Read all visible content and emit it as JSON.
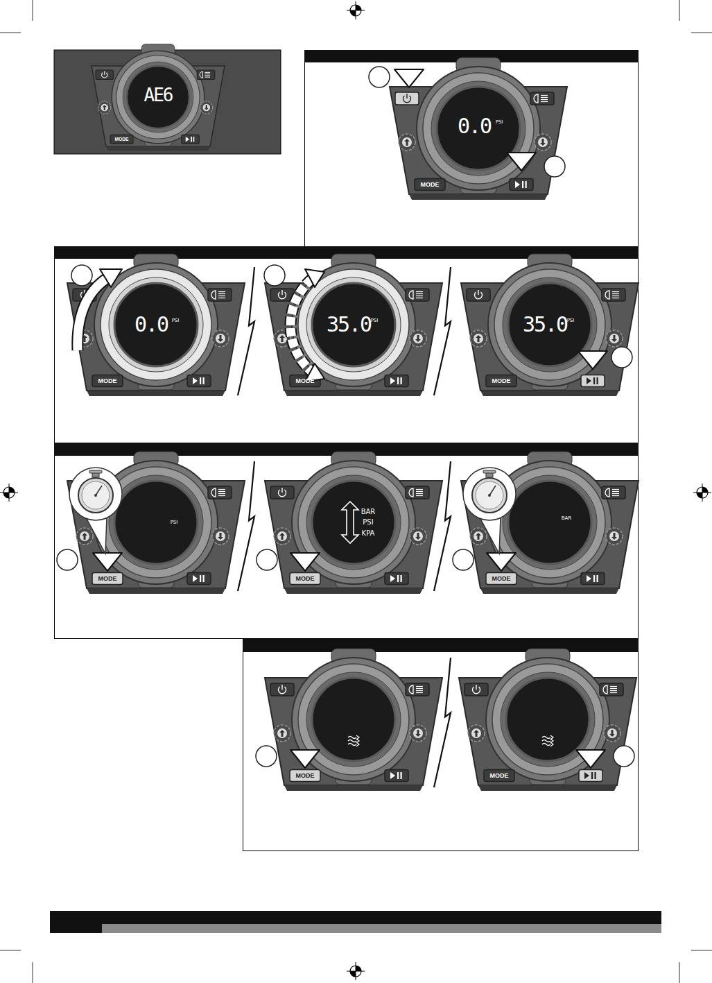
{
  "diagram": {
    "labels": [
      "AE6",
      "MODE",
      "0.0",
      "PSI",
      "MODE",
      "0.0",
      "PSI",
      "MODE",
      "35.0",
      "PSI",
      "MODE",
      "35.0",
      "PSI",
      "MODE",
      "PSI",
      "MODE",
      "BAR",
      "PSI",
      "KPA",
      "MODE",
      "BAR",
      "MODE",
      "MODE",
      "MODE"
    ]
  }
}
